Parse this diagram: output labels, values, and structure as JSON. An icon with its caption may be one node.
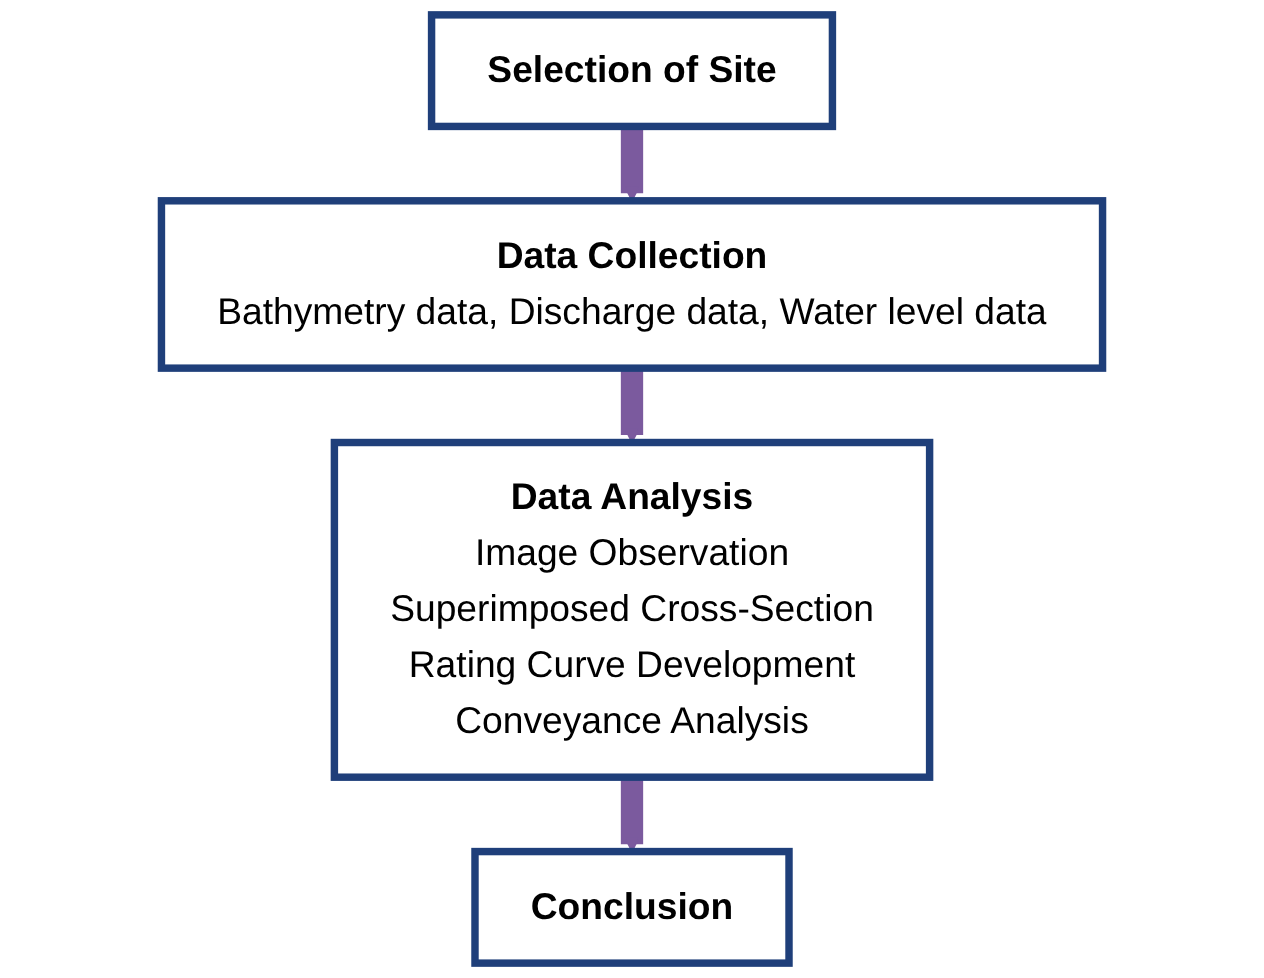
{
  "diagram": {
    "nodes": [
      {
        "text": [
          "Selection of Site"
        ]
      },
      {
        "text": [
          "Data Collection",
          "Bathymetry data, Discharge data, Water level data"
        ]
      },
      {
        "text": [
          "Data Analysis",
          "Image Observation",
          "Superimposed Cross-Section",
          "Rating Curve Development",
          "Conveyance Analysis"
        ]
      },
      {
        "text": [
          "Conclusion"
        ]
      }
    ],
    "edges": [
      {
        "from": 0,
        "to": 1,
        "arrow": "to"
      },
      {
        "from": 1,
        "to": 2,
        "arrow": "to"
      },
      {
        "from": 2,
        "to": 3,
        "arrow": "to"
      }
    ]
  }
}
